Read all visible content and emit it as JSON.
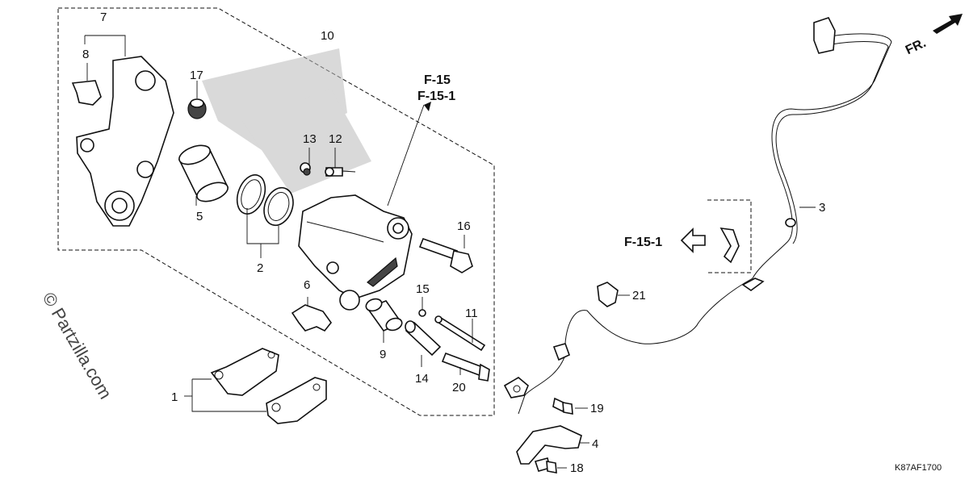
{
  "diagram": {
    "code": "K87AF1700",
    "watermark": "© Partzilla.com",
    "direction_label": "FR.",
    "references": {
      "f15": "F-15",
      "f15_1": "F-15-1",
      "f15_1_pointer": "F-15-1"
    },
    "callouts": [
      {
        "id": "1",
        "label": "1"
      },
      {
        "id": "2",
        "label": "2"
      },
      {
        "id": "3",
        "label": "3"
      },
      {
        "id": "4",
        "label": "4"
      },
      {
        "id": "5",
        "label": "5"
      },
      {
        "id": "6",
        "label": "6"
      },
      {
        "id": "7",
        "label": "7"
      },
      {
        "id": "8",
        "label": "8"
      },
      {
        "id": "9",
        "label": "9"
      },
      {
        "id": "10",
        "label": "10"
      },
      {
        "id": "11",
        "label": "11"
      },
      {
        "id": "12",
        "label": "12"
      },
      {
        "id": "13",
        "label": "13"
      },
      {
        "id": "14",
        "label": "14"
      },
      {
        "id": "15",
        "label": "15"
      },
      {
        "id": "16",
        "label": "16"
      },
      {
        "id": "17",
        "label": "17"
      },
      {
        "id": "18",
        "label": "18"
      },
      {
        "id": "19",
        "label": "19"
      },
      {
        "id": "20",
        "label": "20"
      },
      {
        "id": "21",
        "label": "21"
      }
    ]
  }
}
